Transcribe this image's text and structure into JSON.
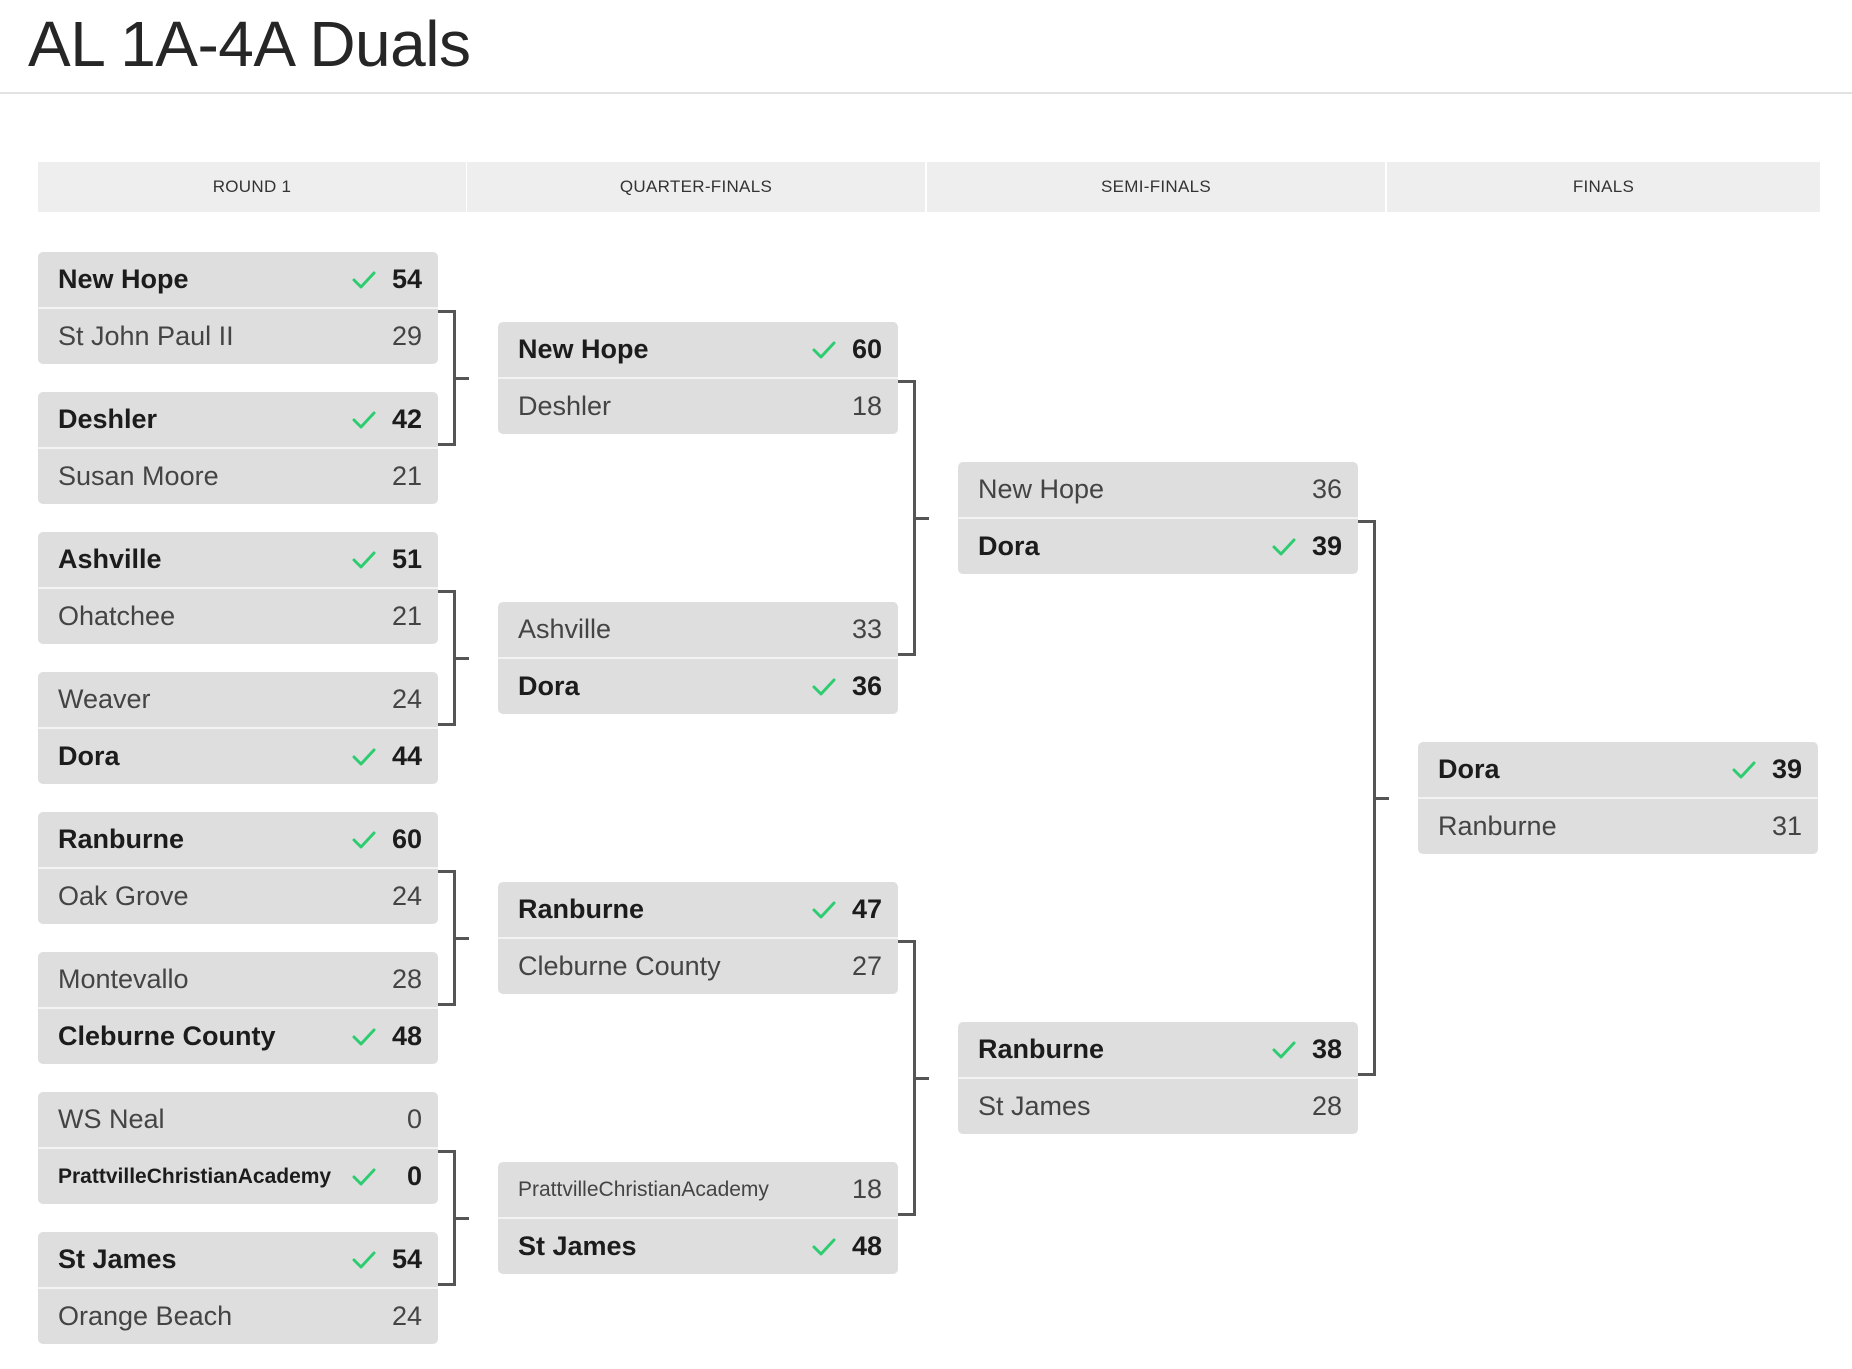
{
  "page": {
    "title": "AL 1A-4A Duals"
  },
  "colors": {
    "check": "#2ecc71",
    "match_bg": "#dedede",
    "header_bg": "#eeeeee",
    "connector": "#555555"
  },
  "rounds": [
    "ROUND 1",
    "QUARTER-FINALS",
    "SEMI-FINALS",
    "FINALS"
  ],
  "matches": [
    {
      "top": {
        "name": "New Hope",
        "score": "54",
        "winner": true
      },
      "bottom": {
        "name": "St John Paul II",
        "score": "29",
        "winner": false
      }
    },
    {
      "top": {
        "name": "Deshler",
        "score": "42",
        "winner": true
      },
      "bottom": {
        "name": "Susan Moore",
        "score": "21",
        "winner": false
      }
    },
    {
      "top": {
        "name": "Ashville",
        "score": "51",
        "winner": true
      },
      "bottom": {
        "name": "Ohatchee",
        "score": "21",
        "winner": false
      }
    },
    {
      "top": {
        "name": "Weaver",
        "score": "24",
        "winner": false
      },
      "bottom": {
        "name": "Dora",
        "score": "44",
        "winner": true
      }
    },
    {
      "top": {
        "name": "Ranburne",
        "score": "60",
        "winner": true
      },
      "bottom": {
        "name": "Oak Grove",
        "score": "24",
        "winner": false
      }
    },
    {
      "top": {
        "name": "Montevallo",
        "score": "28",
        "winner": false
      },
      "bottom": {
        "name": "Cleburne County",
        "score": "48",
        "winner": true
      }
    },
    {
      "top": {
        "name": "WS Neal",
        "score": "0",
        "winner": false
      },
      "bottom": {
        "name": "PrattvilleChristianAcademy",
        "score": "0",
        "winner": true
      }
    },
    {
      "top": {
        "name": "St James",
        "score": "54",
        "winner": true
      },
      "bottom": {
        "name": "Orange Beach",
        "score": "24",
        "winner": false
      }
    },
    {
      "top": {
        "name": "New Hope",
        "score": "60",
        "winner": true
      },
      "bottom": {
        "name": "Deshler",
        "score": "18",
        "winner": false
      }
    },
    {
      "top": {
        "name": "Ashville",
        "score": "33",
        "winner": false
      },
      "bottom": {
        "name": "Dora",
        "score": "36",
        "winner": true
      }
    },
    {
      "top": {
        "name": "Ranburne",
        "score": "47",
        "winner": true
      },
      "bottom": {
        "name": "Cleburne County",
        "score": "27",
        "winner": false
      }
    },
    {
      "top": {
        "name": "PrattvilleChristianAcademy",
        "score": "18",
        "winner": false
      },
      "bottom": {
        "name": "St James",
        "score": "48",
        "winner": true
      }
    },
    {
      "top": {
        "name": "New Hope",
        "score": "36",
        "winner": false
      },
      "bottom": {
        "name": "Dora",
        "score": "39",
        "winner": true
      }
    },
    {
      "top": {
        "name": "Ranburne",
        "score": "38",
        "winner": true
      },
      "bottom": {
        "name": "St James",
        "score": "28",
        "winner": false
      }
    },
    {
      "top": {
        "name": "Dora",
        "score": "39",
        "winner": true
      },
      "bottom": {
        "name": "Ranburne",
        "score": "31",
        "winner": false
      }
    }
  ]
}
